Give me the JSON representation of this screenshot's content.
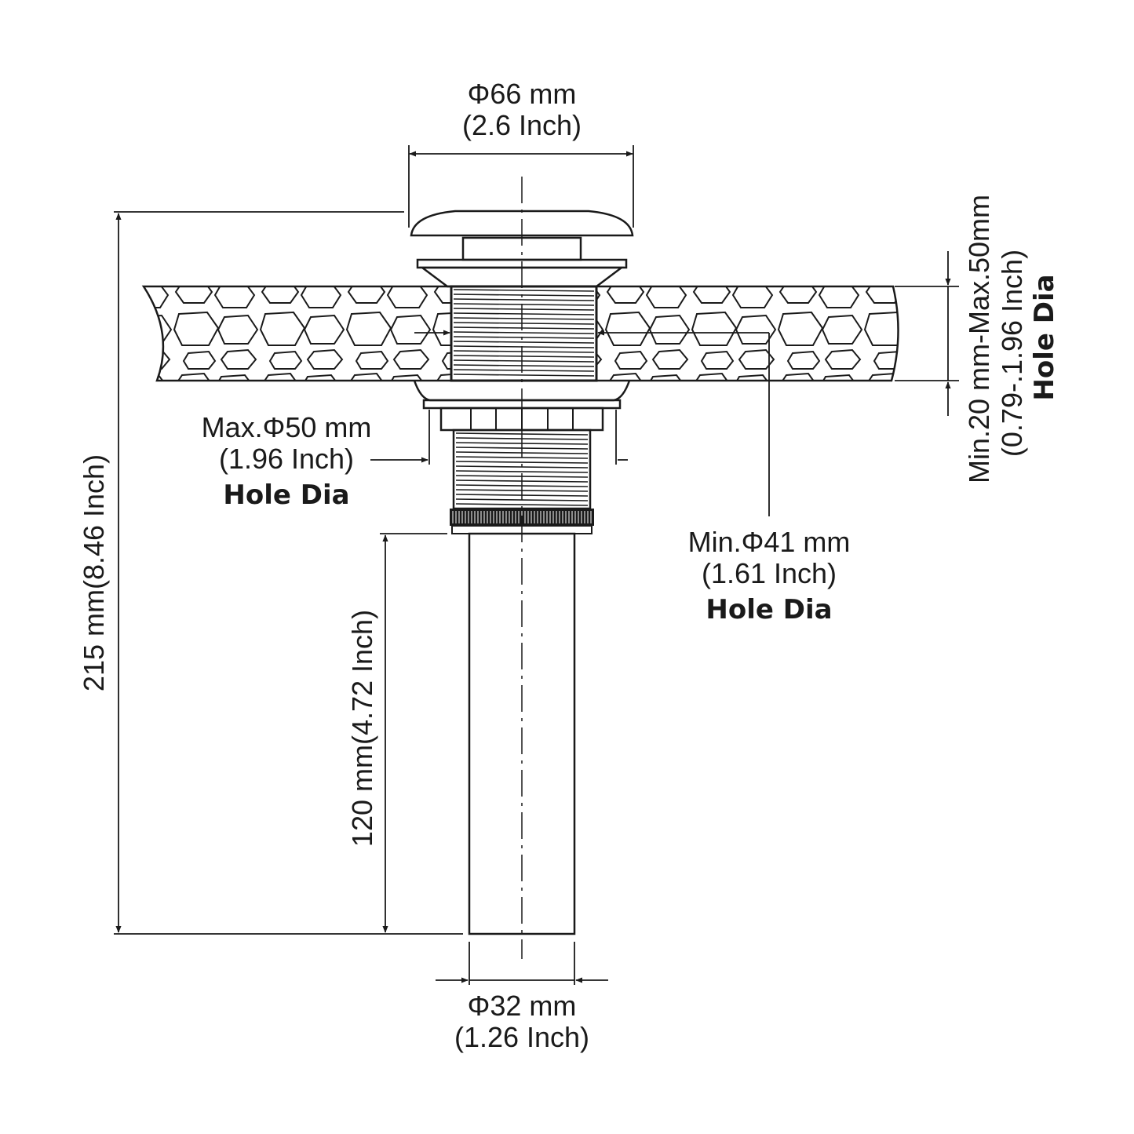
{
  "cap": {
    "dia_mm": "Φ66 mm",
    "dia_in": "(2.6 Inch)"
  },
  "total_height": {
    "label": "215 mm(8.46 Inch)"
  },
  "tail_length": {
    "label": "120 mm(4.72 Inch)"
  },
  "max_hole": {
    "mm": "Max.Φ50 mm",
    "in": "(1.96 Inch)",
    "tag": "Hole Dia"
  },
  "min_hole": {
    "mm": "Min.Φ41 mm",
    "in": "(1.61 Inch)",
    "tag": "Hole Dia"
  },
  "thickness": {
    "mm": "Min.20 mm-Max.50mm",
    "in": "(0.79-.1.96 Inch)",
    "tag": "Hole Dia"
  },
  "tail_dia": {
    "mm": "Φ32 mm",
    "in": "(1.26 Inch)"
  },
  "colors": {
    "ink": "#1a1a1a",
    "background": "#ffffff"
  }
}
